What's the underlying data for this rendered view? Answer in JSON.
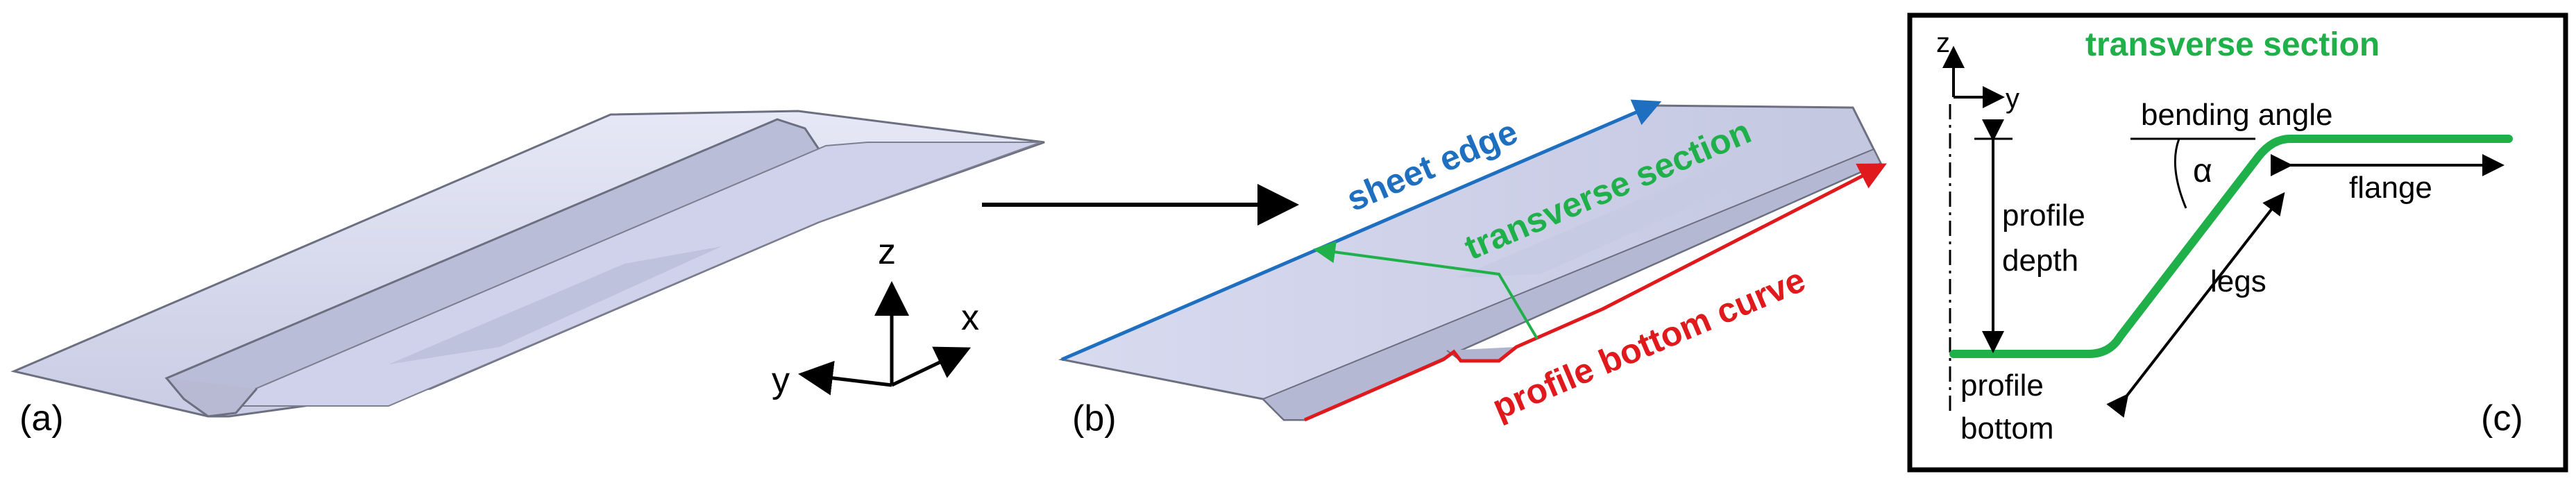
{
  "panel_a": {
    "label": "(a)"
  },
  "axes": {
    "z": "z",
    "x": "x",
    "y": "y"
  },
  "panel_b": {
    "label": "(b)",
    "sheet_edge": "sheet edge",
    "transverse_section": "transverse section",
    "profile_bottom_curve": "profile bottom curve"
  },
  "panel_c": {
    "label": "(c)",
    "title": "transverse section",
    "axis_z": "z",
    "axis_y": "y",
    "bending_angle": "bending angle",
    "alpha": "α",
    "flange": "flange",
    "profile_depth_1": "profile",
    "profile_depth_2": "depth",
    "legs": "legs",
    "profile_bottom_1": "profile",
    "profile_bottom_2": "bottom"
  },
  "colors": {
    "sheet_edge": "#1f6fc0",
    "transverse_section": "#1fb04a",
    "profile_bottom_curve": "#e0191c",
    "sheet_fill": "#d9dbf0",
    "sheet_stroke": "#6b6f80"
  }
}
